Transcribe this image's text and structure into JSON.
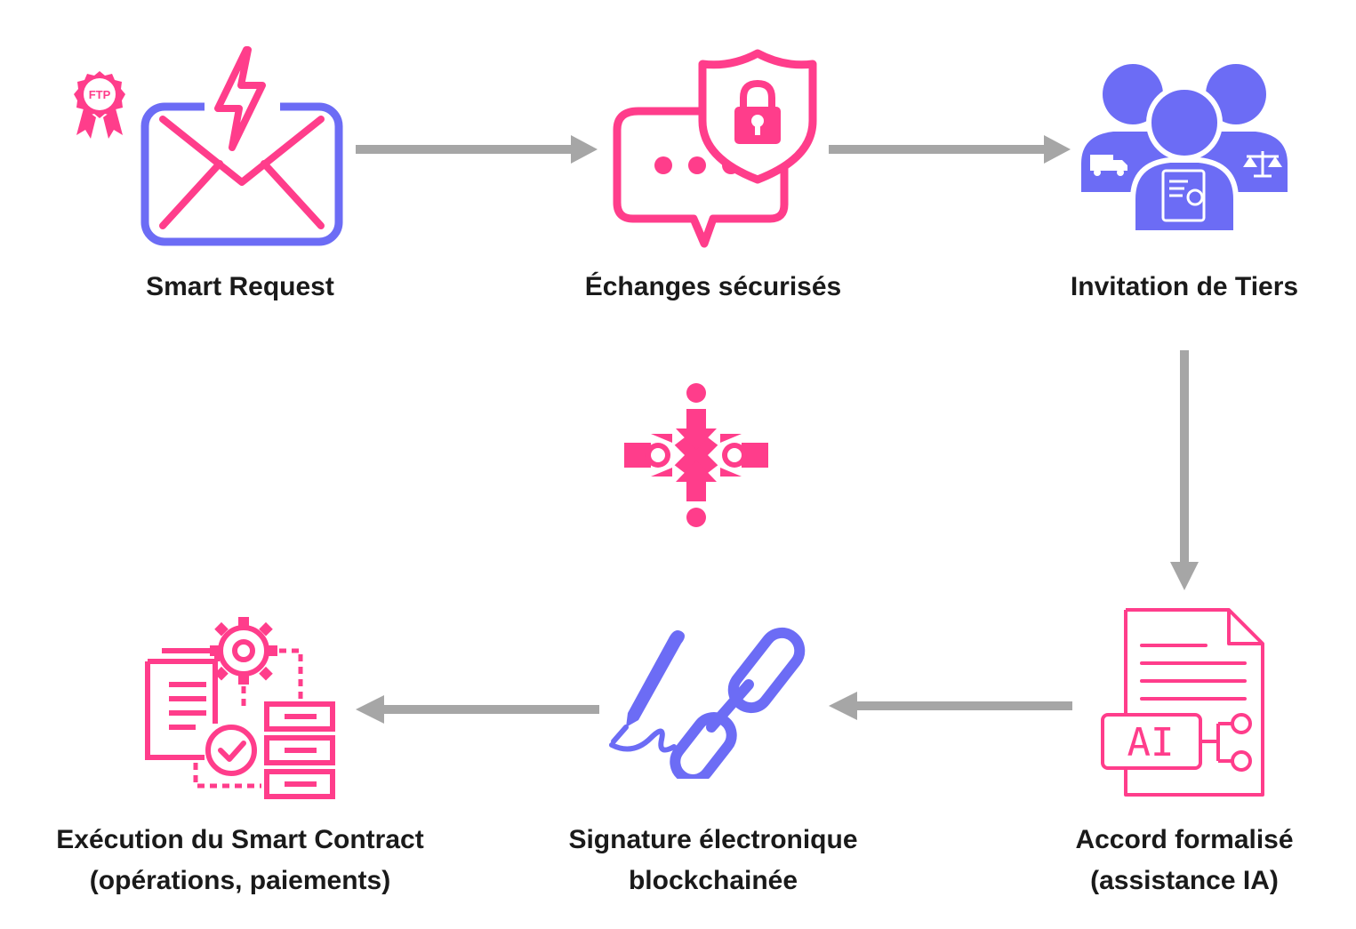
{
  "colors": {
    "pink": "#ff3d8b",
    "purple": "#6c6cf5",
    "arrow": "#a6a6a6",
    "text": "#1a1a1a"
  },
  "badge": {
    "text": "FTP"
  },
  "steps": [
    {
      "icon": "envelope-lightning-icon",
      "label": "Smart Request"
    },
    {
      "icon": "secure-chat-shield-lock-icon",
      "label": "Échanges sécurisés"
    },
    {
      "icon": "people-group-icon",
      "label": "Invitation de Tiers"
    },
    {
      "icon": "document-ai-icon",
      "label_line1": "Accord formalisé",
      "label_line2": "(assistance IA)"
    },
    {
      "icon": "pen-chain-link-icon",
      "label_line1": "Signature électronique",
      "label_line2": "blockchainée"
    },
    {
      "icon": "gear-document-server-icon",
      "label_line1": "Exécution du Smart Contract",
      "label_line2": "(opérations, paiements)"
    }
  ],
  "center_logo": {
    "icon": "diamond-nodes-logo-icon"
  },
  "ai_text": "AI"
}
